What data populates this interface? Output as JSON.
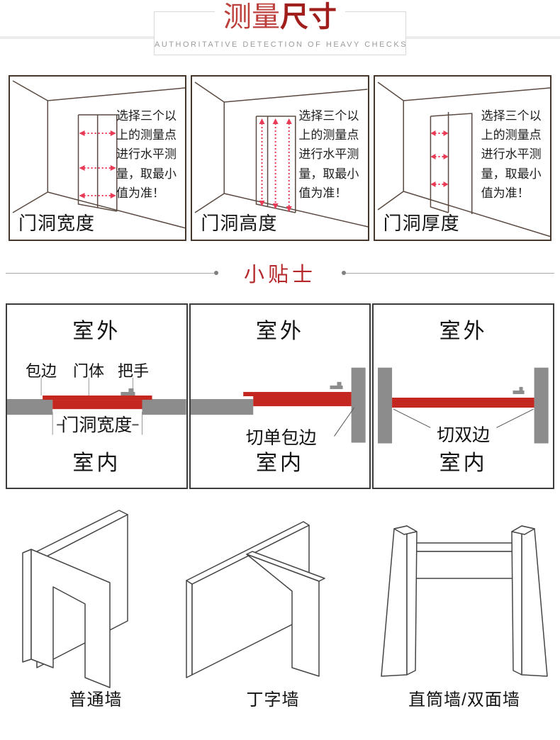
{
  "header": {
    "title_light": "测量",
    "title_bold": "尺寸",
    "subtitle": "AUTHORITATIVE DETECTION OF HEAVY CHECKS"
  },
  "measure": {
    "instruction": "选择三个以上的测量点进行水平测量，取最小值为准！",
    "panels": [
      {
        "label": "门洞宽度"
      },
      {
        "label": "门洞高度"
      },
      {
        "label": "门洞厚度"
      }
    ]
  },
  "tips": {
    "divider_title": "小贴士",
    "outdoor_label": "室外",
    "indoor_label": "室内",
    "panel_width": {
      "part_labels": [
        "包边",
        "门体",
        "把手"
      ],
      "dimension_label": "门洞宽度"
    },
    "panel_single": {
      "callout": "切单包边"
    },
    "panel_double": {
      "callout": "切双边"
    }
  },
  "walls": {
    "items": [
      {
        "label": "普通墙"
      },
      {
        "label": "丁字墙"
      },
      {
        "label": "直筒墙/双面墙"
      }
    ]
  },
  "colors": {
    "accent_red": "#b5292c",
    "door_red": "#c4271f",
    "wall_gray": "#8c8c8c",
    "arrow_red": "#e83b55"
  }
}
